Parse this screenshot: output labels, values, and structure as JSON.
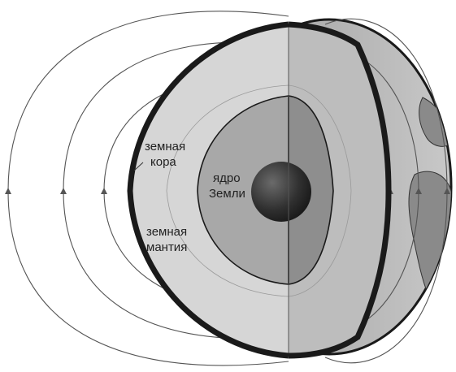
{
  "labels": {
    "crust_line1": "земная",
    "crust_line2": "кора",
    "mantle_line1": "земная",
    "mantle_line2": "мантия",
    "core_line1": "ядро",
    "core_line2": "Земли"
  },
  "colors": {
    "field_lines": "#555555",
    "crust": "#1a1a1a",
    "mantle_cut": "#d6d6d6",
    "mantle_shadow": "#bdbdbd",
    "outer_core": "#a8a8a8",
    "outer_core_shadow": "#8e8e8e",
    "inner_core": "#2e2e2e",
    "globe_surface": "#b0b0b0",
    "continents": "#8a8a8a"
  }
}
